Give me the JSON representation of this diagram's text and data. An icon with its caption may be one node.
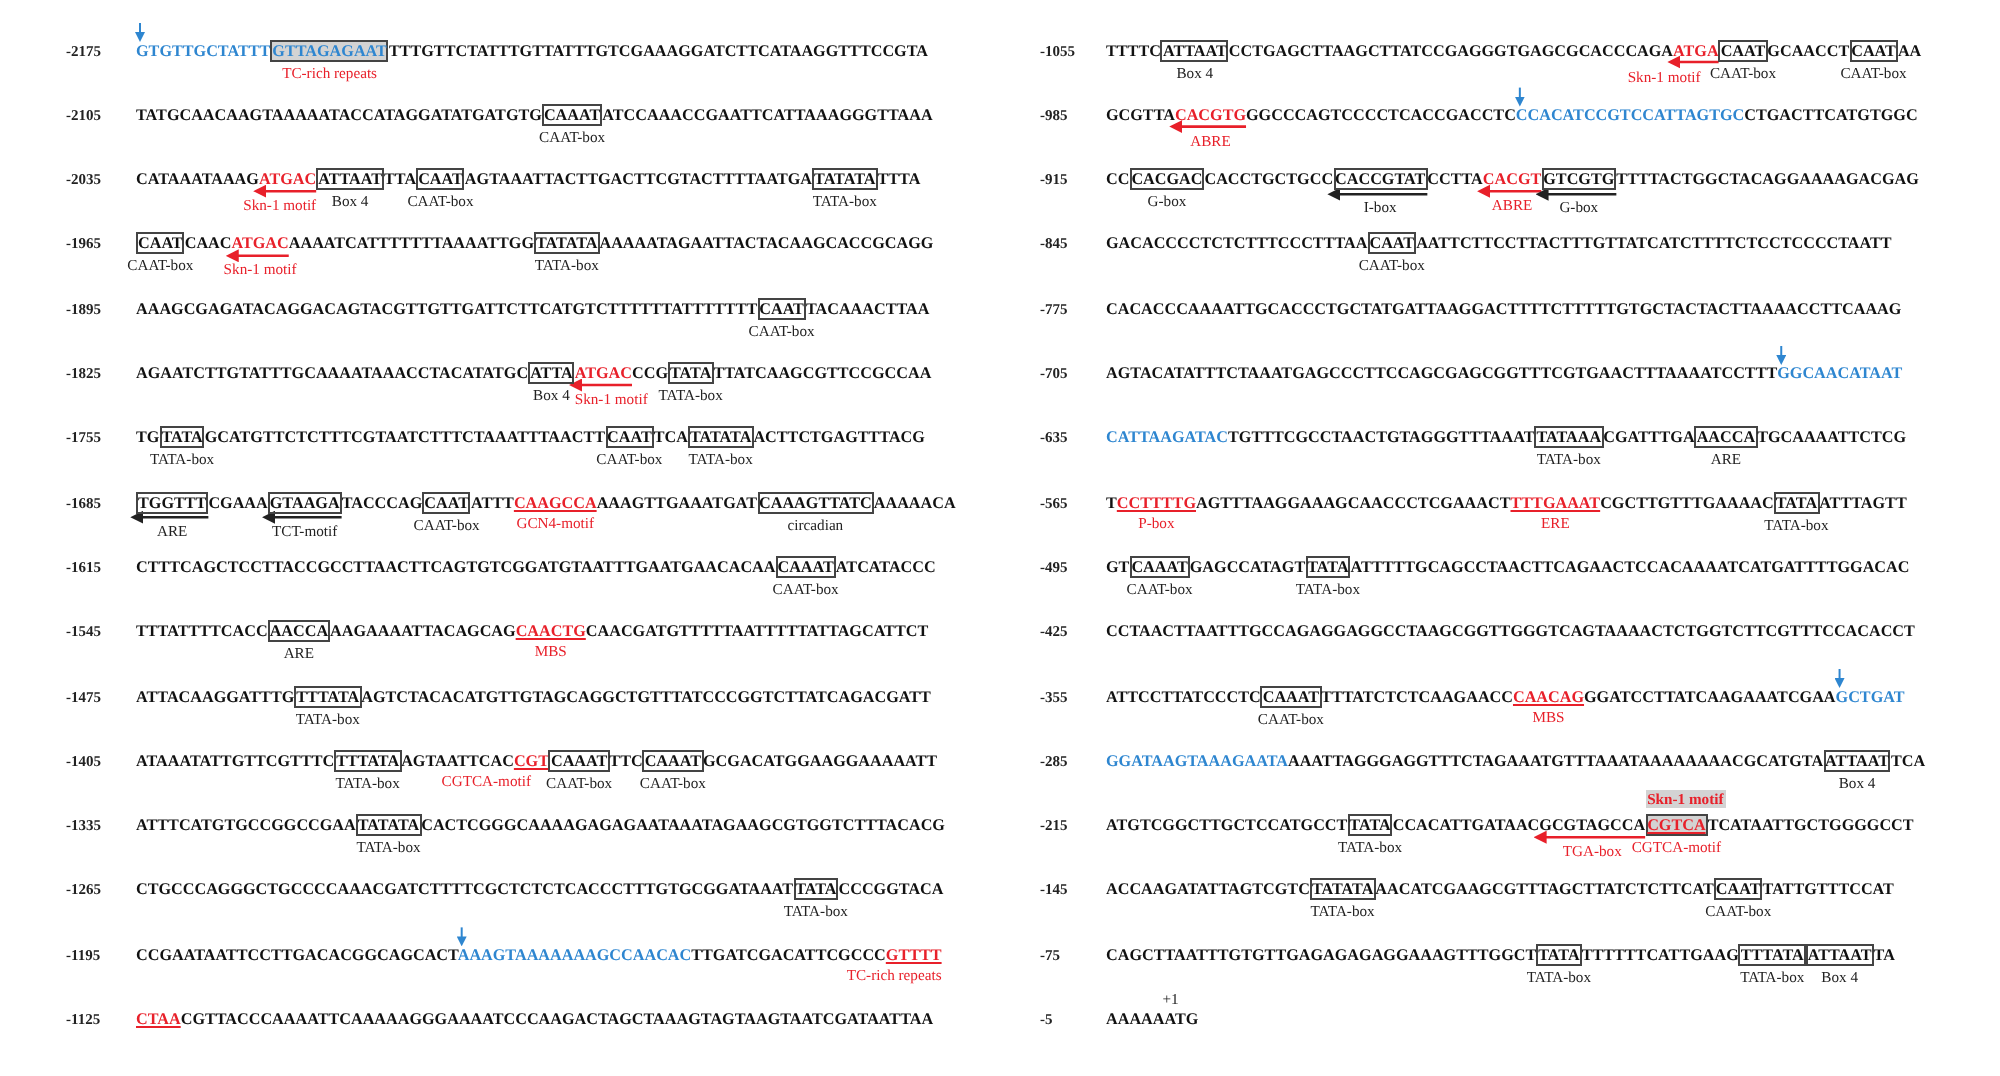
{
  "diagram": {
    "nodes": [
      {
        "text": [
          "GTTAGAGAAT"
        ],
        "beside": [
          "TC-rich repeats"
        ]
      },
      {
        "text": [
          "CAAAT"
        ],
        "beside": [
          "CAAT-box"
        ]
      },
      {
        "text": [
          "ATTAAT"
        ],
        "beside": [
          "Box 4"
        ]
      },
      {
        "text": [
          "CAAT"
        ],
        "beside": [
          "CAAT-box"
        ]
      },
      {
        "text": [
          "TATATA"
        ],
        "beside": [
          "TATA-box"
        ]
      },
      {
        "text": [
          "CAAT"
        ],
        "beside": [
          "CAAT-box"
        ]
      },
      {
        "text": [
          "TATATA"
        ],
        "beside": [
          "TATA-box"
        ]
      },
      {
        "text": [
          "CAAT"
        ],
        "beside": [
          "CAAT-box"
        ]
      },
      {
        "text": [
          "ATTA"
        ],
        "beside": [
          "Box 4"
        ]
      },
      {
        "text": [
          "TATA"
        ],
        "beside": [
          "TATA-box"
        ]
      },
      {
        "text": [
          "TATA"
        ],
        "beside": [
          "TATA-box"
        ]
      },
      {
        "text": [
          "CAAT"
        ],
        "beside": [
          "CAAT-box"
        ]
      },
      {
        "text": [
          "TATATA"
        ],
        "beside": [
          "TATA-box"
        ]
      },
      {
        "text": [
          "TGGTTT"
        ],
        "beside": [
          "ARE"
        ]
      },
      {
        "text": [
          "GTAAGA"
        ],
        "beside": [
          "TCT-motif"
        ]
      },
      {
        "text": [
          "CAAT"
        ],
        "beside": [
          "CAAT-box"
        ]
      },
      {
        "text": [
          "CAAAGTTATC"
        ],
        "beside": [
          "circadian"
        ]
      },
      {
        "text": [
          "CAAAT"
        ],
        "beside": [
          "CAAT-box"
        ]
      },
      {
        "text": [
          "AACCA"
        ],
        "beside": [
          "ARE"
        ]
      },
      {
        "text": [
          "TTTATA"
        ],
        "beside": [
          "TATA-box"
        ]
      },
      {
        "text": [
          "TTTATA"
        ],
        "beside": [
          "TATA-box"
        ]
      },
      {
        "text": [
          "CAAAT"
        ],
        "beside": [
          "CAAT-box"
        ]
      },
      {
        "text": [
          "CAAAT"
        ],
        "beside": [
          "CAAT-box"
        ]
      },
      {
        "text": [
          "TATATA"
        ],
        "beside": [
          "TATA-box"
        ]
      },
      {
        "text": [
          "TATA"
        ],
        "beside": [
          "TATA-box"
        ]
      },
      {
        "text": [
          "ATTAAT"
        ],
        "beside": [
          "Box 4"
        ]
      },
      {
        "text": [
          "CAAT"
        ],
        "beside": [
          "CAAT-box"
        ]
      },
      {
        "text": [
          "CAAT"
        ],
        "beside": [
          "CAAT-box"
        ]
      },
      {
        "text": [
          "CACGAC"
        ],
        "beside": [
          "G-box"
        ]
      },
      {
        "text": [
          "CACCGTAT"
        ],
        "beside": [
          "I-box"
        ]
      },
      {
        "text": [
          "GTCGTG"
        ],
        "beside": [
          "G-box"
        ]
      },
      {
        "text": [
          "CAAT"
        ],
        "beside": [
          "CAAT-box"
        ]
      },
      {
        "text": [
          "TATAAA"
        ],
        "beside": [
          "TATA-box"
        ]
      },
      {
        "text": [
          "AACCA"
        ],
        "beside": [
          "ARE"
        ]
      },
      {
        "text": [
          "TATA"
        ],
        "beside": [
          "TATA-box"
        ]
      },
      {
        "text": [
          "CAAAT"
        ],
        "beside": [
          "CAAT-box"
        ]
      },
      {
        "text": [
          "TATA"
        ],
        "beside": [
          "TATA-box"
        ]
      },
      {
        "text": [
          "CAAAT"
        ],
        "beside": [
          "CAAT-box"
        ]
      },
      {
        "text": [
          "ATTAAT"
        ],
        "beside": [
          "Box 4"
        ]
      },
      {
        "text": [
          "Skn-1 motif"
        ]
      },
      {
        "text": [
          "TATA"
        ],
        "beside": [
          "TATA-box"
        ]
      },
      {
        "text": [
          "CGTCA"
        ],
        "beside": [
          "CGTCA-motif"
        ]
      },
      {
        "text": [
          "TATATA"
        ],
        "beside": [
          "TATA-box"
        ]
      },
      {
        "text": [
          "CAAT"
        ],
        "beside": [
          "CAAT-box"
        ]
      },
      {
        "text": [
          "TATA"
        ],
        "beside": [
          "TATA-box"
        ]
      },
      {
        "text": [
          "TTTATA"
        ],
        "beside": [
          "TATA-box"
        ]
      },
      {
        "text": [
          "ATTAAT"
        ],
        "beside": [
          "Box 4"
        ]
      }
    ],
    "labels": [
      "-2175",
      "GTGTTGCTATTT",
      "TTTGTTCTATTTGTTATTTGTCGAAAGGATCTTCATAAGGTTTCCGTA",
      "-2105",
      "TATGCAACAAGTAAAAATACCATAGGATATGATGTG",
      "ATCCAAACCGAATTCATTAAAGGGTTAAA",
      "-2035",
      "CATAAATAAAG",
      "ATGAC",
      "TTA",
      "AGTAAATTACTTGACTTCGTACTTTTAATGA",
      "TTTA",
      "Skn-1 motif",
      "-1965",
      "CAAC",
      "ATGAC",
      "AAAATCATTTTTTTAAAATTGG",
      "AAAAATAGAATTACTACAAGCACCGCAGG",
      "Skn-1 motif",
      "-1895",
      "AAAGCGAGATACAGGACAGTACGTTGTTGATTCTTCATGTCTTTTTTATTTTTTT",
      "TACAAACTTAA",
      "-1825",
      "AGAATCTTGTATTTGCAAAATAAACCTACATATGC",
      "ATGAC",
      "CCG",
      "TTATCAAGCGTTCCGCCAA",
      "Skn-1 motif",
      "-1755",
      "TG",
      "GCATGTTCTCTTTCGTAATCTTTCTAAATTTAACTT",
      "TCA",
      "ACTTCTGAGTTTACG",
      "-1685",
      "CGAAA",
      "TACCCAG",
      "ATTT",
      "CAAGCCA",
      "AAAGTTGAAATGAT",
      "AAAAACA",
      "GCN4-motif",
      "-1615",
      "CTTTCAGCTCCTTACCGCCTTAACTTCAGTGTCGGATGTAATTTGAATGAACACAA",
      "ATCATACCC",
      "-1545",
      "TTTATTTTCACC",
      "AAGAAAATTACAGCAG",
      "CAACTG",
      "CAACGATGTTTTTAATTTTTATTAGCATTCT",
      "MBS",
      "-1475",
      "ATTACAAGGATTTG",
      "AGTCTACACATGTTGTAGCAGGCTGTTTATCCCGGTCTTATCAGACGATT",
      "-1405",
      "ATAAATATTGTTCGTTTC",
      "AGTAATTCAC",
      "CGT",
      "TTC",
      "GCGACATGGAAGGAAAAATT",
      "CGTCA-motif",
      "-1335",
      "ATTTCATGTGCCGGCCGAA",
      "CACTCGGGCAAAAGAGAGAATAAATAGAAGCGTGGTCTTTACACG",
      "-1265",
      "CTGCCCAGGGCTGCCCCAAACGATCTTTTCGCTCTCTCACCCTTTGTGCGGATAAAT",
      "CCCGGTACA",
      "-1195",
      "CCGAATAATTCCTTGACACGGCAGCACT",
      "AAAGTAAAAAAAGCCAACAC",
      "TTGATCGACATTCGCCC",
      "GTTTT",
      "TC-rich repeats",
      "-1125",
      "CTAA",
      "CGTTACCCAAAATTCAAAAAGGGAAAATCCCAAGACTAGCTAAAGTAGTAAGTAATCGATAATTAA",
      "-1055",
      "TTTTC",
      "CCTGAGCTTAAGCTTATCCGAGGGTGAGCGCACCCAGA",
      "ATGA",
      "GCAACCT",
      "AA",
      "Skn-1 motif",
      "-985",
      "GCGTTA",
      "CACGTG",
      "GGCCCAGTCCCCTCACCGACCTC",
      "CCACATCCGTCCATTAGTGC",
      "CTGACTTCATGTGGC",
      "ABRE",
      "-915",
      "CC",
      "CACCTGCTGCC",
      "CCTTA",
      "CACGT",
      "TTTTACTGGCTACAGGAAAAGACGAG",
      "ABRE",
      "-845",
      "GACACCCCTCTCTTTCCCTTTAA",
      "AATTCTTCCTTACTTTGTTATCATCTTTTCTCCTCCCCTAATT",
      "-775",
      "CACACCCAAAATTGCACCCTGCTATGATTAAGGACTTTTCTTTTTGTGCTACTACTTAAAACCTTCAAAG",
      "-705",
      "AGTACATATTTCTAAATGAGCCCTTCCAGCGAGCGGTTTCGTGAACTTTAAAATCCTTT",
      "GGCAACATAAT",
      "-635",
      "CATTAAGATAC",
      "TGTTTCGCCTAACTGTAGGGTTTAAAT",
      "CGATTTGA",
      "TGCAAAATTCTCG",
      "-565",
      "T",
      "CCTTTTG",
      "AGTTTAAGGAAAGCAACCCTCGAAACT",
      "TTTGAAAT",
      "CGCTTGTTTGAAAAC",
      "ATTTAGTT",
      "P-box",
      "ERE",
      "-495",
      "GT",
      "GAGCCATAGT",
      "ATTTTTGCAGCCTAACTTCAGAACTCCACAAAATCATGATTTTGGACAC",
      "-425",
      "CCTAACTTAATTTGCCAGAGGAGGCCTAAGCGGTTGGGTCAGTAAAACTCTGGTCTTCGTTTCCACACCT",
      "-355",
      "ATTCCTTATCCCTC",
      "TTTATCTCTCAAGAACC",
      "CAACAG",
      "GGATCCTTATCAAGAAATCGAA",
      "GCTGAT",
      "MBS",
      "-285",
      "GGATAAGTAAAGAATA",
      "AAATTAGGGAGGTTTCTAGAAATGTTTAAATAAAAAAAACGCATGTA",
      "TCA",
      "-215",
      "ATGTCGGCTTGCTCCATGCCT",
      "CCACATTGATAAC",
      "GCGTAGCCA",
      "TCATAATTGCTGGGGCCT",
      "TGA-box",
      "-145",
      "ACCAAGATATTAGTCGTC",
      "AACATCGAAGCGTTTAGCTTATCTCTTCAT",
      "TATTGTTTCCAT",
      "-75",
      "CAGCTTAATTTGTGTTGAGAGAGAGGAAAGTTTGGCT",
      "TTTTTTCATTGAAG",
      "TA",
      "-5",
      "+1",
      "AAAAAATG"
    ]
  }
}
